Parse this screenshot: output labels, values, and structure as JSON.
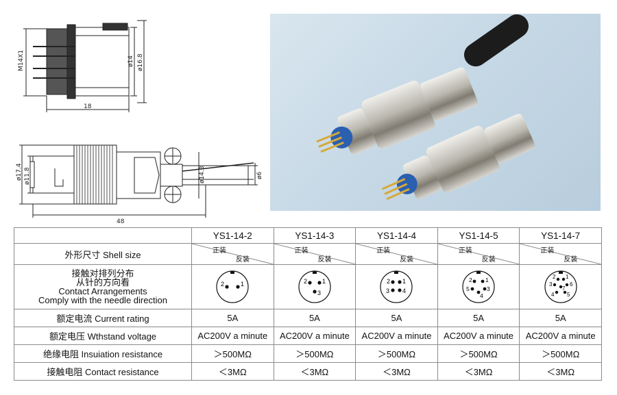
{
  "drawing_top": {
    "thread_label": "M14X1",
    "dia_inner": "ø14",
    "dia_outer": "ø16.8",
    "length": "18"
  },
  "drawing_bottom": {
    "dia_a": "ø17.4",
    "dia_b": "ø11.8",
    "dia_c": "ø14.3",
    "dia_cable": "ø6",
    "length": "48"
  },
  "table": {
    "models": [
      "YS1-14-2",
      "YS1-14-3",
      "YS1-14-4",
      "YS1-14-5",
      "YS1-14-7"
    ],
    "shell": {
      "label": "外形尺寸  Shell size",
      "front": "正装",
      "reverse": "反装"
    },
    "arrangement": {
      "label_cn1": "接触对排列分布",
      "label_cn2": "从针的方向看",
      "label_en1": "Contact Arrangements",
      "label_en2": "Comply with the needle direction",
      "pins": [
        [
          "1",
          "2"
        ],
        [
          "1",
          "2",
          "3"
        ],
        [
          "1",
          "2",
          "3",
          "4"
        ],
        [
          "1",
          "2",
          "3",
          "4",
          "5"
        ],
        [
          "1",
          "2",
          "3",
          "4",
          "5",
          "6",
          "7"
        ]
      ]
    },
    "rows": [
      {
        "label": "额定电流  Current rating",
        "values": [
          "5A",
          "5A",
          "5A",
          "5A",
          "5A"
        ]
      },
      {
        "label": "额定电压  Wthstand voltage",
        "values": [
          "AC200V a minute",
          "AC200V a minute",
          "AC200V a minute",
          "AC200V a minute",
          "AC200V a minute"
        ]
      },
      {
        "label": "绝缘电阻  Insuiation resistance",
        "values": [
          "＞500MΩ",
          "＞500MΩ",
          "＞500MΩ",
          "＞500MΩ",
          "＞500MΩ"
        ]
      },
      {
        "label": "接触电阻  Contact resistance",
        "values": [
          "＜3MΩ",
          "＜3MΩ",
          "＜3MΩ",
          "＜3MΩ",
          "＜3MΩ"
        ]
      }
    ]
  },
  "colors": {
    "line": "#222222",
    "photo_bg": "#c7d9e6",
    "metal": "#b8b6b0",
    "cable": "#1c1c1c",
    "pin_gold": "#d6a93a",
    "insulator_blue": "#2b5fb0"
  }
}
